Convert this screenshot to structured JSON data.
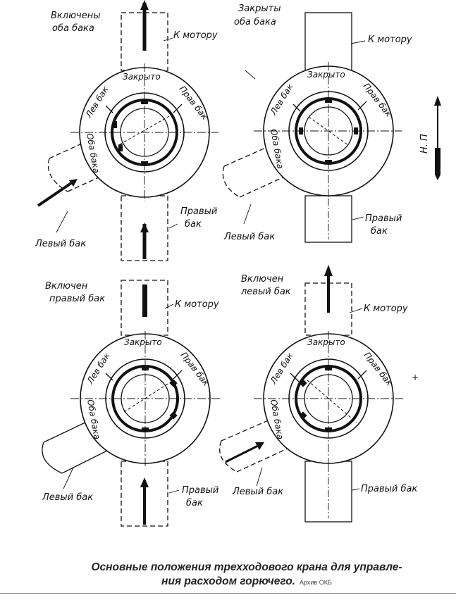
{
  "panels": [
    {
      "id": "top-left",
      "state_label_1": "Включены",
      "state_label_2": "оба бака",
      "motor_label": "К мотору",
      "dial_closed": "Закрыто",
      "dial_left": "Лев бак",
      "dial_right": "Прав бак",
      "dial_both": "Оба бака",
      "left_tank": "Левый бак",
      "right_tank_1": "Правый",
      "right_tank_2": "бак"
    },
    {
      "id": "top-right",
      "state_label_1": "Закрыты",
      "state_label_2": "оба бака",
      "motor_label": "К мотору",
      "dial_closed": "Закрыто",
      "dial_left": "Лев бак",
      "dial_right": "Прав бак",
      "dial_both": "Оба бака",
      "left_tank": "Левый бак",
      "right_tank_1": "Правый",
      "right_tank_2": "бак"
    },
    {
      "id": "bottom-left",
      "state_label_1": "Включен",
      "state_label_2": "правый бак",
      "motor_label": "К мотору",
      "dial_closed": "Закрыто",
      "dial_left": "Лев бак",
      "dial_right": "Прав бак",
      "dial_both": "Оба бака",
      "left_tank": "Левый бак",
      "right_tank_1": "Правый",
      "right_tank_2": "бак"
    },
    {
      "id": "bottom-right",
      "state_label_1": "Включен",
      "state_label_2": "левый бак",
      "motor_label": "К мотору",
      "dial_closed": "Закрыто",
      "dial_left": "Лев бак",
      "dial_right": "Прав бак",
      "dial_both": "Оба бака",
      "left_tank": "Левый бак",
      "right_tank": "Правый бак"
    }
  ],
  "direction_label": "Н. П",
  "caption": {
    "line1": "Основные положения трехходового крана для управле-",
    "line2": "ния расходом горючего.",
    "archive": "Архив ОКБ"
  }
}
